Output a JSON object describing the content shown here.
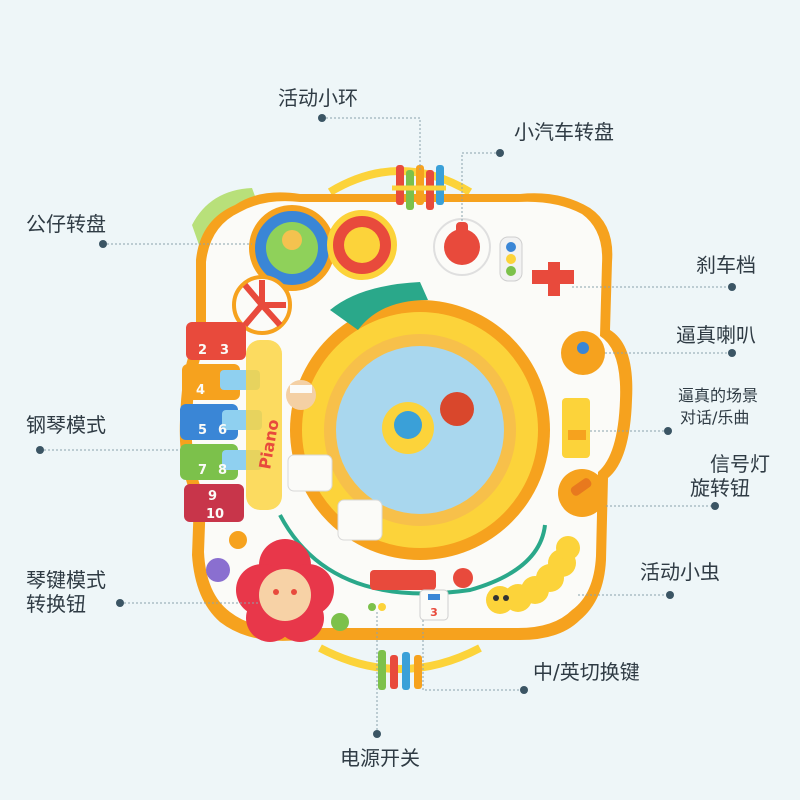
{
  "labels": {
    "activity_ring": "活动小环",
    "car_dial": "小汽车转盘",
    "doll_dial": "公仔转盘",
    "brake_lever": "刹车档",
    "horn": "逼真喇叭",
    "scene_line1": "逼真的场景",
    "scene_line2": "对话/乐曲",
    "piano_mode": "钢琴模式",
    "signal_line1": "信号灯",
    "signal_line2": "旋转钮",
    "key_mode_line1": "琴键模式",
    "key_mode_line2": "转换钮",
    "bug": "活动小虫",
    "lang_switch": "中/英切换键",
    "power": "电源开关"
  },
  "toy": {
    "key_numbers": [
      "2",
      "3",
      "4",
      "5",
      "6",
      "7",
      "8",
      "9",
      "10"
    ],
    "badge_number": "3",
    "brand": "Piano"
  },
  "colors": {
    "background": "#eef6f8",
    "text": "#2f3b44",
    "leader": "#8aa3ad",
    "dot": "#3b5564",
    "table_white": "#fbfbf8",
    "table_orange": "#f6a21e",
    "ring_yellow": "#fcd33a",
    "center_blue": "#a9d7ee",
    "teal": "#2aa88a"
  }
}
